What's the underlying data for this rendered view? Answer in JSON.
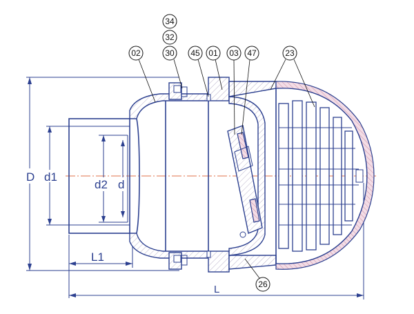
{
  "callouts": [
    {
      "id": "c34",
      "label": "34"
    },
    {
      "id": "c32",
      "label": "32"
    },
    {
      "id": "c30",
      "label": "30"
    },
    {
      "id": "c02",
      "label": "02"
    },
    {
      "id": "c45",
      "label": "45"
    },
    {
      "id": "c01",
      "label": "01"
    },
    {
      "id": "c03",
      "label": "03"
    },
    {
      "id": "c47",
      "label": "47"
    },
    {
      "id": "c23",
      "label": "23"
    },
    {
      "id": "c26",
      "label": "26"
    }
  ],
  "dimensions": {
    "D": "D",
    "d1": "d1",
    "d2": "d2",
    "d": "d",
    "L1": "L1",
    "L": "L"
  },
  "colors": {
    "line": "#2b3f8f",
    "centerline": "#e0704a",
    "hatch_pink": "#d9a3b8"
  }
}
